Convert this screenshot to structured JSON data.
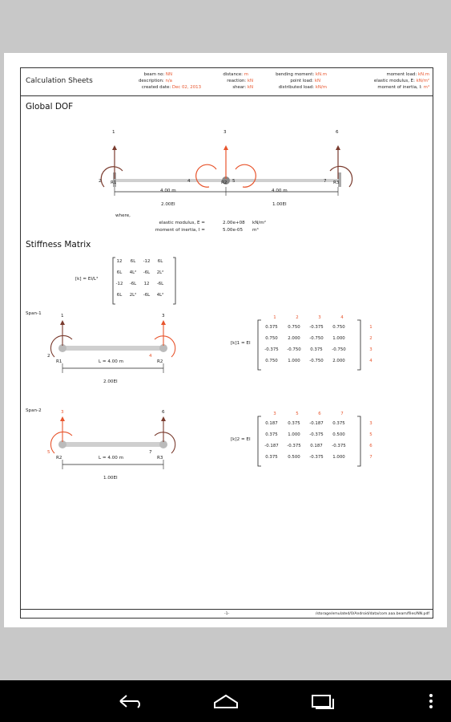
{
  "header": {
    "title": "Calculation Sheets",
    "col1": [
      {
        "label": "beam no:",
        "value": "NN"
      },
      {
        "label": "description:",
        "value": "n/a"
      },
      {
        "label": "created date:",
        "value": "Dec 02, 2013"
      }
    ],
    "col2": [
      {
        "label": "distance:",
        "value": "m"
      },
      {
        "label": "reaction:",
        "value": "kN"
      },
      {
        "label": "shear:",
        "value": "kN"
      }
    ],
    "col3": [
      {
        "label": "bending moment:",
        "value": "kN.m"
      },
      {
        "label": "point load:",
        "value": "kN"
      },
      {
        "label": "distributed load:",
        "value": "kN/m"
      }
    ],
    "col4": [
      {
        "label": "moment load:",
        "value": "kN.m"
      },
      {
        "label": "elastic modulus, E:",
        "value": "kN/m²"
      },
      {
        "label": "moment of inertia, I:",
        "value": "m⁴"
      }
    ]
  },
  "global_dof": {
    "title": "Global DOF",
    "dof_top": [
      "1",
      "3",
      "6"
    ],
    "dof_rot": [
      "2",
      "4",
      "5",
      "7"
    ],
    "supports": [
      "R1",
      "R2",
      "R3"
    ],
    "span_lengths": [
      "4.00 m",
      "4.00 m"
    ],
    "span_ei": [
      "2.00EI",
      "1.00EI"
    ],
    "where_label": "where,",
    "e_label": "elastic modulus, E =",
    "e_value": "2.00e+08",
    "e_unit": "kN/m²",
    "i_label": "moment of inertia, I =",
    "i_value": "5.00e-05",
    "i_unit": "m⁴"
  },
  "stiffness": {
    "title": "Stiffness Matrix",
    "generic_lhs": "[k] = EI/L³",
    "generic_matrix": [
      [
        "12",
        "6L",
        "-12",
        "6L"
      ],
      [
        "6L",
        "4L²",
        "-6L",
        "2L²"
      ],
      [
        "-12",
        "-6L",
        "12",
        "-6L"
      ],
      [
        "6L",
        "2L²",
        "-6L",
        "4L²"
      ]
    ],
    "span1": {
      "label": "Span-1",
      "dof_top": [
        "1",
        "3"
      ],
      "dof_rot": [
        "2",
        "4"
      ],
      "supports": [
        "R1",
        "R2"
      ],
      "length": "L = 4.00 m",
      "ei": "2.00EI",
      "lhs": "[k]1 = EI",
      "col_headers": [
        "1",
        "2",
        "3",
        "4"
      ],
      "rows": [
        [
          "0.375",
          "0.750",
          "-0.375",
          "0.750"
        ],
        [
          "0.750",
          "2.000",
          "-0.750",
          "1.000"
        ],
        [
          "-0.375",
          "-0.750",
          "0.375",
          "-0.750"
        ],
        [
          "0.750",
          "1.000",
          "-0.750",
          "2.000"
        ]
      ],
      "row_headers": [
        "1",
        "2",
        "3",
        "4"
      ]
    },
    "span2": {
      "label": "Span-2",
      "dof_top": [
        "3",
        "6"
      ],
      "dof_rot": [
        "5",
        "7"
      ],
      "supports": [
        "R2",
        "R3"
      ],
      "length": "L = 4.00 m",
      "ei": "1.00EI",
      "lhs": "[k]2 = EI",
      "col_headers": [
        "3",
        "5",
        "6",
        "7"
      ],
      "rows": [
        [
          "0.187",
          "0.375",
          "-0.187",
          "0.375"
        ],
        [
          "0.375",
          "1.000",
          "-0.375",
          "0.500"
        ],
        [
          "-0.187",
          "-0.375",
          "0.187",
          "-0.375"
        ],
        [
          "0.375",
          "0.500",
          "-0.375",
          "1.000"
        ]
      ],
      "row_headers": [
        "3",
        "5",
        "6",
        "7"
      ]
    }
  },
  "footer": {
    "page": "-1-",
    "path": "/storage/emulated/0/Android/data/com.aaa.beam/files/NN.pdf"
  },
  "colors": {
    "accent": "#e8552d",
    "dark": "#7a3b2e",
    "bar": "#cfcfcf"
  },
  "nav": {
    "back": "back-icon",
    "home": "home-icon",
    "recent": "recent-apps-icon",
    "menu": "overflow-menu-icon"
  }
}
